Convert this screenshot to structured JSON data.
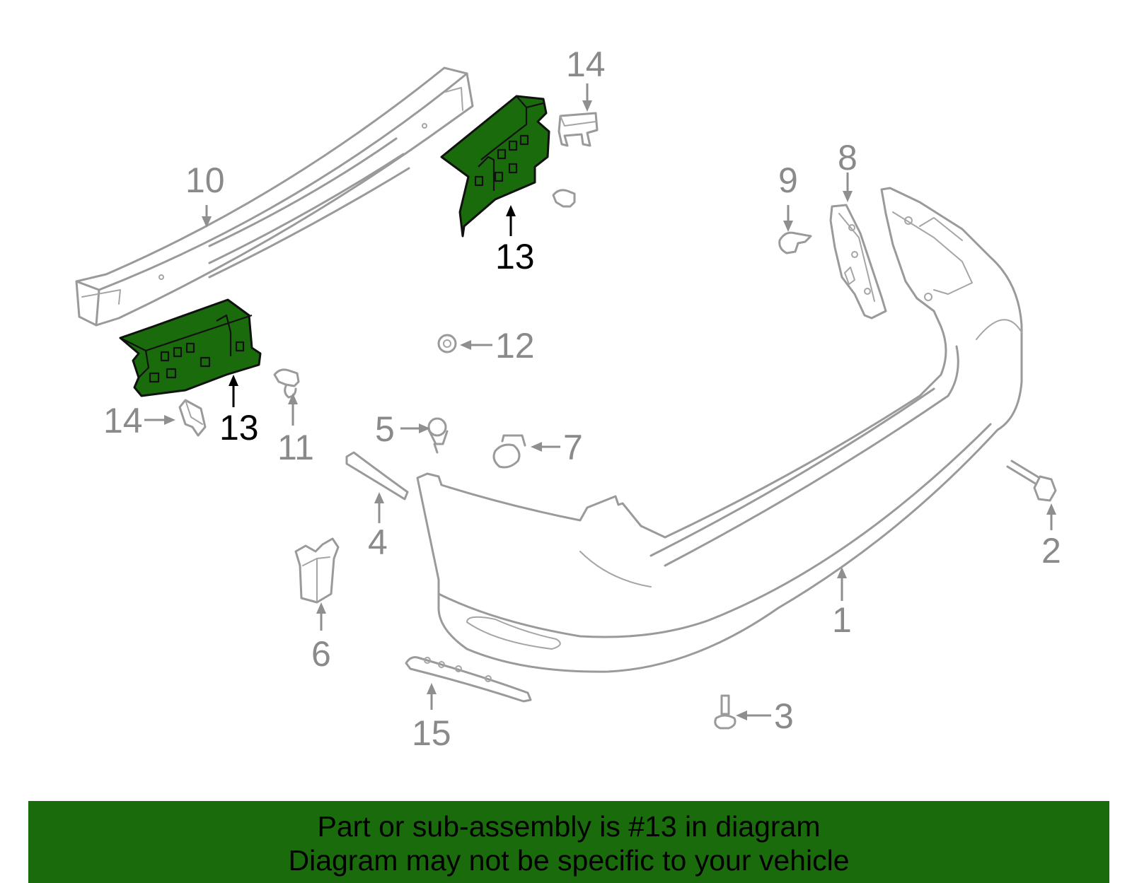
{
  "highlight_color": "#1a6b0c",
  "banner": {
    "line1": "Part or sub-assembly is #13 in diagram",
    "line2": "Diagram may not be specific to your vehicle"
  },
  "callouts": {
    "c1": "1",
    "c2": "2",
    "c3": "3",
    "c4": "4",
    "c5": "5",
    "c6": "6",
    "c7": "7",
    "c8": "8",
    "c9": "9",
    "c10": "10",
    "c11": "11",
    "c12": "12",
    "c13a": "13",
    "c13b": "13",
    "c14a": "14",
    "c14b": "14",
    "c15": "15"
  }
}
